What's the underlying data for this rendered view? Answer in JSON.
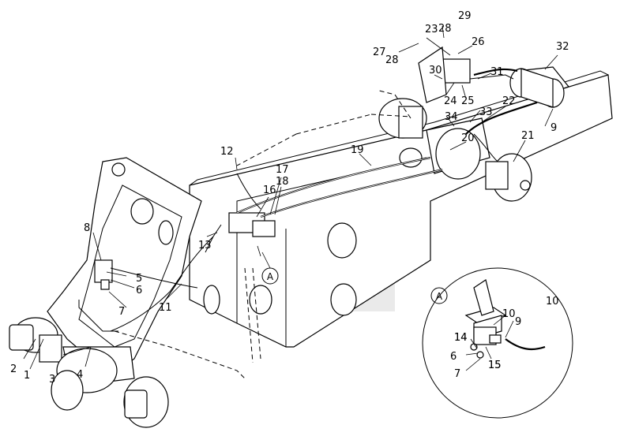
{
  "diagram": {
    "callouts": [
      "1",
      "2",
      "3",
      "4",
      "5",
      "6",
      "7",
      "8",
      "9",
      "10",
      "11",
      "12",
      "13",
      "14",
      "15",
      "16",
      "17",
      "18",
      "19",
      "20",
      "21",
      "22",
      "23",
      "24",
      "25",
      "26",
      "27",
      "28",
      "28",
      "29",
      "30",
      "31",
      "32",
      "33",
      "34"
    ],
    "detail": {
      "letter": "A",
      "marker_letter": "A",
      "callouts": [
        "14",
        "6",
        "7",
        "15",
        "10",
        "9"
      ]
    }
  }
}
